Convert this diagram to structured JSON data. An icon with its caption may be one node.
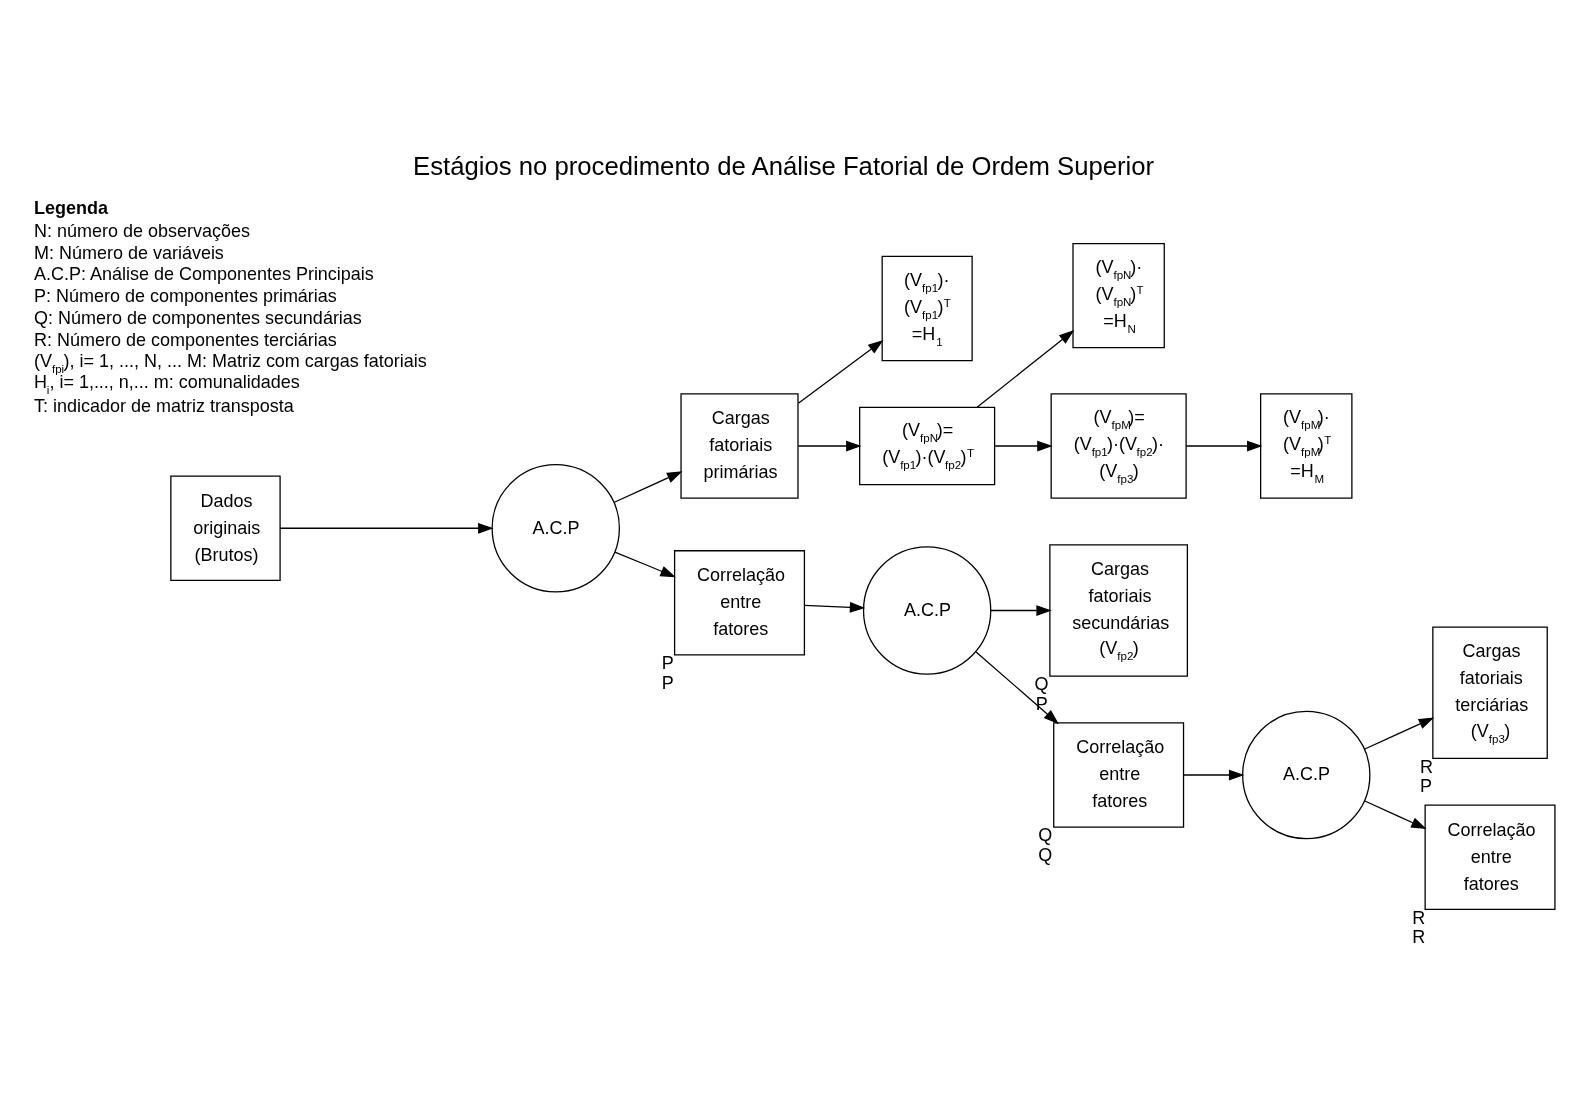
{
  "diagram": {
    "title": "Estágios no procedimento de Análise Fatorial de Ordem Superior",
    "nodes": [
      {
        "text": [
          "Dados originais (Brutos)"
        ]
      },
      {
        "text": [
          "A.C.P"
        ]
      },
      {
        "text": [
          "Cargas fatoriais primárias"
        ]
      },
      {
        "text": [
          "(V$_{fp1}$)· (V$_{fp1}$)$^{T}$ =H$_{1}$"
        ]
      },
      {
        "text": [
          "(V$_{fpN}$)= (V$_{fp1}$)·(V$_{fp2}$)$^{T}$"
        ]
      },
      {
        "text": [
          "(V$_{fpN}$)· (V$_{fpN}$)$^{T}$ =H$_{N}$"
        ]
      },
      {
        "text": [
          "(V$_{fpM}$)= (V$_{fp1}$)·(V$_{fp2}$)· (V$_{fp3}$)"
        ]
      },
      {
        "text": [
          "(V$_{fpM}$)· (V$_{fpM}$)$^{T}$ =H$_{M}$"
        ]
      },
      {
        "text": [
          "Correlação entre fatores"
        ],
        "beside": [
          "P",
          "P"
        ]
      },
      {
        "text": [
          "A.C.P"
        ]
      },
      {
        "text": [
          "Cargas fatoriais secundárias (V$_{fp2}$)"
        ],
        "beside": [
          "Q",
          "P"
        ]
      },
      {
        "text": [
          "Correlação entre fatores"
        ],
        "beside": [
          "Q",
          "Q"
        ]
      },
      {
        "text": [
          "A.C.P"
        ]
      },
      {
        "text": [
          "Cargas fatoriais terciárias (V$_{fp3}$)"
        ],
        "beside": [
          "R",
          "P"
        ]
      },
      {
        "text": [
          "Correlação entre fatores"
        ],
        "beside": [
          "R",
          "R"
        ]
      }
    ],
    "edges": [
      {
        "from": 0,
        "to": 1,
        "arrow": "to"
      },
      {
        "from": 1,
        "to": 2,
        "arrow": "to"
      },
      {
        "from": 1,
        "to": 8,
        "arrow": "to"
      },
      {
        "from": 2,
        "to": 3,
        "arrow": "to"
      },
      {
        "from": 2,
        "to": 4,
        "arrow": "to"
      },
      {
        "from": 4,
        "to": 5,
        "arrow": "to"
      },
      {
        "from": 4,
        "to": 6,
        "arrow": "to"
      },
      {
        "from": 6,
        "to": 7,
        "arrow": "to"
      },
      {
        "from": 8,
        "to": 9,
        "arrow": "to"
      },
      {
        "from": 9,
        "to": 10,
        "arrow": "to"
      },
      {
        "from": 9,
        "to": 11,
        "arrow": "to"
      },
      {
        "from": 11,
        "to": 12,
        "arrow": "to"
      },
      {
        "from": 12,
        "to": 13,
        "arrow": "to"
      },
      {
        "from": 12,
        "to": 14,
        "arrow": "to"
      }
    ],
    "labels": [
      "Legenda",
      "N: número de observações",
      "M: Número de variáveis",
      "A.C.P: Análise de Componentes Principais",
      "P: Número de componentes primárias",
      "Q: Número de componentes secundárias",
      "R: Número de componentes terciárias",
      "(V$_{fpi}$), i= 1, ..., N, ... M: Matriz com cargas fatoriais",
      "H$_{i}$, i= 1,..., n,... m: comunalidades",
      "T: indicador de matriz transposta"
    ]
  }
}
